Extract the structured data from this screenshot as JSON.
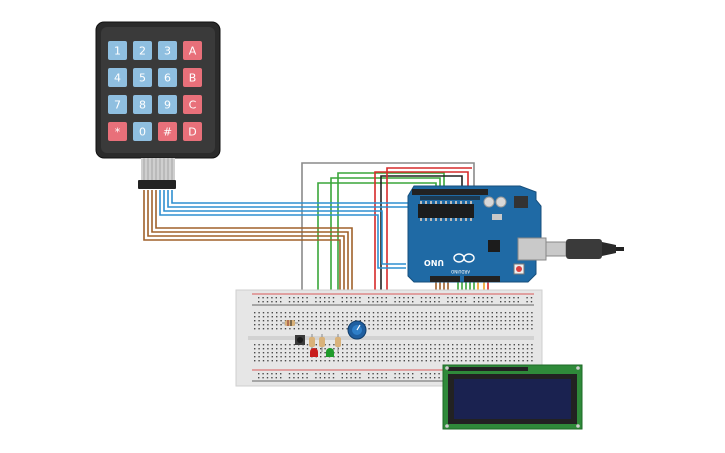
{
  "keypad": {
    "keys": [
      {
        "label": "1",
        "kind": "num"
      },
      {
        "label": "2",
        "kind": "num"
      },
      {
        "label": "3",
        "kind": "num"
      },
      {
        "label": "A",
        "kind": "letter"
      },
      {
        "label": "4",
        "kind": "num"
      },
      {
        "label": "5",
        "kind": "num"
      },
      {
        "label": "6",
        "kind": "num"
      },
      {
        "label": "B",
        "kind": "letter"
      },
      {
        "label": "7",
        "kind": "num"
      },
      {
        "label": "8",
        "kind": "num"
      },
      {
        "label": "9",
        "kind": "num"
      },
      {
        "label": "C",
        "kind": "letter"
      },
      {
        "label": "*",
        "kind": "letter"
      },
      {
        "label": "0",
        "kind": "num"
      },
      {
        "label": "#",
        "kind": "letter"
      },
      {
        "label": "D",
        "kind": "letter"
      }
    ]
  },
  "arduino": {
    "board_name": "UNO",
    "brand": "ARDUINO"
  },
  "colors": {
    "num_key": "#8fbfe0",
    "letter_key": "#e8707a",
    "board": "#1f6aa5",
    "wire_blue": "#2f8fd0",
    "wire_brown": "#a0612a",
    "wire_green": "#3aa63a",
    "wire_red": "#d62a2a",
    "wire_orange": "#f0a020",
    "wire_black": "#222222",
    "wire_gray": "#8a8a8a"
  }
}
